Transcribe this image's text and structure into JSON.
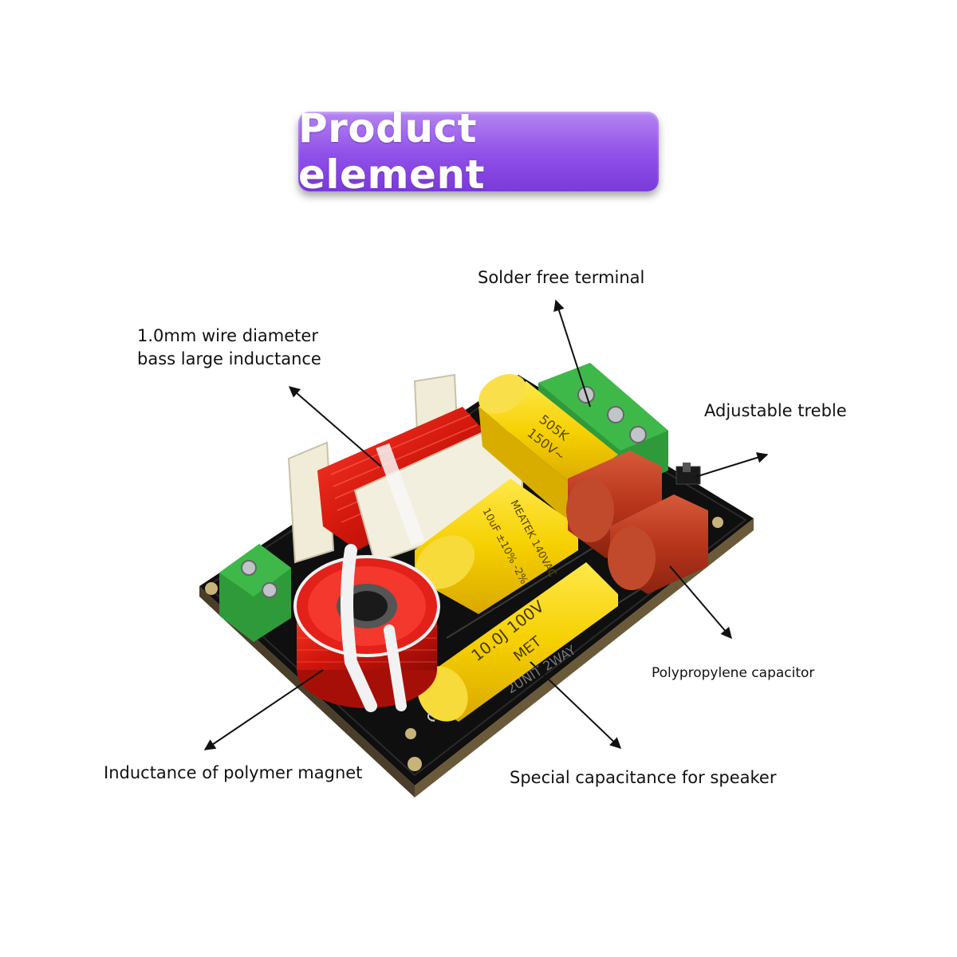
{
  "title": "Product element",
  "labels": {
    "solder_free_terminal": "Solder free terminal",
    "wire_line1": "1.0mm wire diameter",
    "wire_line2": "bass large inductance",
    "adjustable_treble": "Adjustable treble",
    "polypropylene_capacitor": "Polypropylene capacitor",
    "polymer_magnet": "Inductance of polymer magnet",
    "special_capacitance": "Special capacitance for speaker"
  },
  "component_markings": {
    "cap_top_line1": "505K",
    "cap_top_line2": "150V~",
    "cap_mid_line1": "10uF ±10% -2%",
    "cap_mid_line2": "MEATEK 140VAC",
    "cap_front_line1": "10.0J 100V",
    "cap_front_line2": "MET",
    "board_text": "2UNIT 2WAY"
  },
  "colors": {
    "banner": "#8f4fe8",
    "board": "#121212",
    "coil_red": "#c8140c",
    "cap_yellow": "#f5d000",
    "cap_red": "#b8351b",
    "terminal_green": "#2f9a3a"
  }
}
